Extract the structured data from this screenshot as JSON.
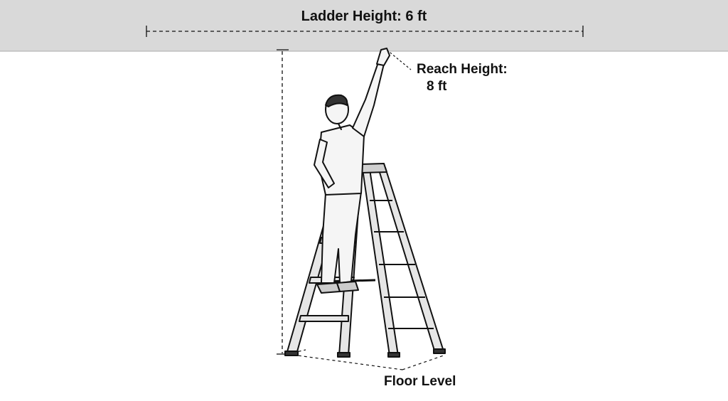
{
  "labels": {
    "ladder_height": "Ladder Height: 6 ft",
    "reach_height_line1": "Reach Height:",
    "reach_height_line2": "8 ft",
    "floor_level": "Floor Level"
  },
  "colors": {
    "ceiling": "#d9d9d9",
    "line": "#111111",
    "ladder": "#e6e6e6",
    "figure": "#f5f5f5",
    "background": "#ffffff"
  }
}
